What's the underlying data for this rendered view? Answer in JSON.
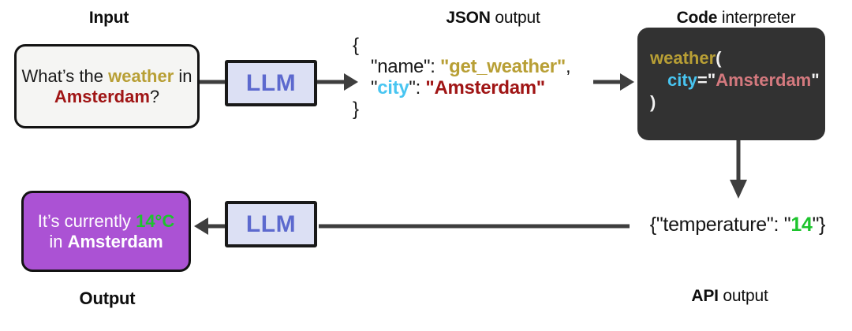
{
  "colors": {
    "connector": "#3e3e3e",
    "gold": "#b89f35",
    "dark_red": "#a01515",
    "cyan": "#48c5f1",
    "salmon": "#d4797e",
    "green": "#1dc42d",
    "purple": "#ab52d4",
    "llm_bg": "#dce0f4",
    "llm_text": "#5c69ce",
    "code_bg": "#323232",
    "input_bg": "#f5f5f3"
  },
  "labels": {
    "input": "Input",
    "output": "Output",
    "json_bold": "JSON",
    "json_rest": " output",
    "code_bold": "Code",
    "code_rest": " interpreter",
    "api_bold": "API",
    "api_rest": " output"
  },
  "llm": {
    "label": "LLM"
  },
  "input_box": {
    "p1": "What’s the ",
    "keyword": "weather",
    "p2": " in",
    "city": "Amsterdam",
    "p3": "?"
  },
  "json_output": {
    "open_brace": "{",
    "line1_key": "\"name\": ",
    "line1_value": "\"get_weather\"",
    "line1_comma": ",",
    "line2_q1": "\"",
    "line2_key": "city",
    "line2_q2": "\": ",
    "line2_value": "\"Amsterdam\"",
    "close_brace": "}"
  },
  "code_box": {
    "fn": "weather",
    "open_paren": "(",
    "param": "city",
    "eq": "=\"",
    "value": "Amsterdam",
    "close_quote": "\"",
    "close_paren": ")"
  },
  "api_output": {
    "p1": "{\"temperature\": \"",
    "value": "14",
    "p2": "\"}"
  },
  "output_box": {
    "p1": "It’s currently ",
    "temp": "14°C",
    "p2": "in ",
    "city": "Amsterdam"
  }
}
